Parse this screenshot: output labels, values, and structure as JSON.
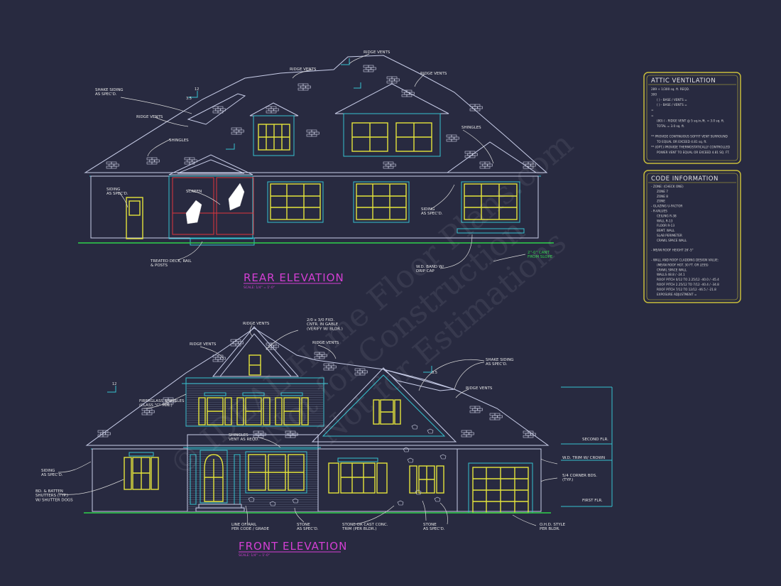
{
  "rear": {
    "title": "REAR ELEVATION",
    "scale": "SCALE: 1/4\" = 1'-0\"",
    "notes": {
      "ridge_top": "RIDGE VENTS",
      "ridge_mid": "RIDGE VENTS",
      "ridge_right": "RIDGE VENTS",
      "ridge_left": "RIDGE VENTS",
      "shake": "SHAKE SIDING\nAS SPEC'D.",
      "shingles_left": "SHINGLES",
      "shingles_right": "SHINGLES",
      "screen": "SCREEN",
      "siding_left": "SIDING\nAS SPEC'D.",
      "siding_right": "SIDING\nAS SPEC'D.",
      "deck": "TREATED DECK, RAIL\n& POSTS",
      "band": "W.D. BAND W/\nDRIP CAP",
      "cant": "2\"-0\" CANT\nFROM SLOPE",
      "pitch": "3.5",
      "pitch2": "12"
    }
  },
  "front": {
    "title": "FRONT ELEVATION",
    "scale": "SCALE: 1/4\" = 1'-0\"",
    "notes": {
      "ridge_top": "RIDGE VENTS",
      "ridge_left": "RIDGE VENTS",
      "ridge_mid": "RIDGE VENTS",
      "ridge_right": "RIDGE VENTS",
      "fixed": "2/0 x 3/0 FXD.\nCNTR. IN GABLE\n(VERIFY W/ BLDR.)",
      "shake": "SHAKE SIDING\nAS SPEC'D.",
      "fiberglass": "FIBERGLASS SHINGLES\n(CLASS \"C\" MIN.)",
      "shingles_vent": "SHINGLES\nVENT AS REQD.",
      "siding": "SIDING\nAS SPEC'D.",
      "shutters": "BD. & BATTEN\nSHUTTERS (TYP.)\nW/ SHUTTER DOGS",
      "rail": "LINE OF RAIL\nPER CODE / GRADE",
      "stone1": "STONE\nAS SPEC'D.",
      "stone_cast": "STONE OR CAST CONC.\nTRIM (PER BLDR.)",
      "stone2": "STONE\nAS SPEC'D.",
      "ohd": "O.H.D. STYLE\nPER BLDR.",
      "second_flr": "SECOND FLR.",
      "trim_crown": "W.D. TRIM W/ CROWN",
      "corner": "5/4 CORNER BDS.\n(TYP.)",
      "first_flr": "FIRST FLR.",
      "pitch": "3.5",
      "pitch2": "12"
    }
  },
  "attic": {
    "title": "ATTIC VENTILATION",
    "lines": [
      "289 ÷ 1/300 sq. ft. REQD.",
      "300",
      "(   ) - BASE  /  VENTS  =",
      "(   ) - BASE  /  VENTS  =",
      "                              =",
      "                              =",
      "(80) / - RIDGE VENT @ 5 sq.in./ft. = 3.0 sq. ft.",
      "TOTAL     = 3.0 sq. ft.",
      "",
      "** PROVIDE CONTINUOUS SOFFIT VENT SURROUND",
      "TO EQUAL OR EXCEED  4.81 sq. ft.",
      "** (OPT.) PROVIDE THERMOSTATICALLY CONTROLLED",
      "POWER VENT TO EQUAL OR EXCEED  4.81 SQ. FT."
    ]
  },
  "code": {
    "title": "CODE INFORMATION",
    "lines": [
      "- ZONE: (CHECK ONE)",
      "ZONE 7",
      "ZONE 8",
      "ZONE",
      "- GLAZING U-FACTOR",
      "- R-VALUES",
      "CEILING          R-38",
      "WALL             R-13",
      "FLOOR            R-13",
      "BSMT. WALL",
      "SLAB PERIMETER",
      "CRAWL SPACE WALL",
      "",
      "- MEAN ROOF HEIGHT  26'-5\"",
      "",
      "- WALL AND ROOF CLADDING DESIGN VALUE:",
      "(MEAN ROOF HGT. 30 FT. OR LESS)",
      "CRAWL SPACE WALL",
      "WALLS                 48.8 / -24.1",
      "ROOF PITCH 0/12 TO 2.25/12   -40.0 / -45.4",
      "ROOF PITCH 2.25/12 TO 7/12   -40.4 / -34.8",
      "ROOF PITCH 7/12 TO 12/12     -46.5 / -21.8",
      "EXPOSURE ADJUSTMENT       ="
    ]
  },
  "watermark": {
    "line1": "© IDEAL Home Floor Plans.com",
    "line2": "Not for Construction",
    "line3": "Not for Estimations"
  },
  "colors": {
    "background": "#282a40",
    "window": "#e4e43a",
    "trim": "#36c3d0",
    "title": "#d33fd3",
    "box_border": "#c8bd3a"
  }
}
